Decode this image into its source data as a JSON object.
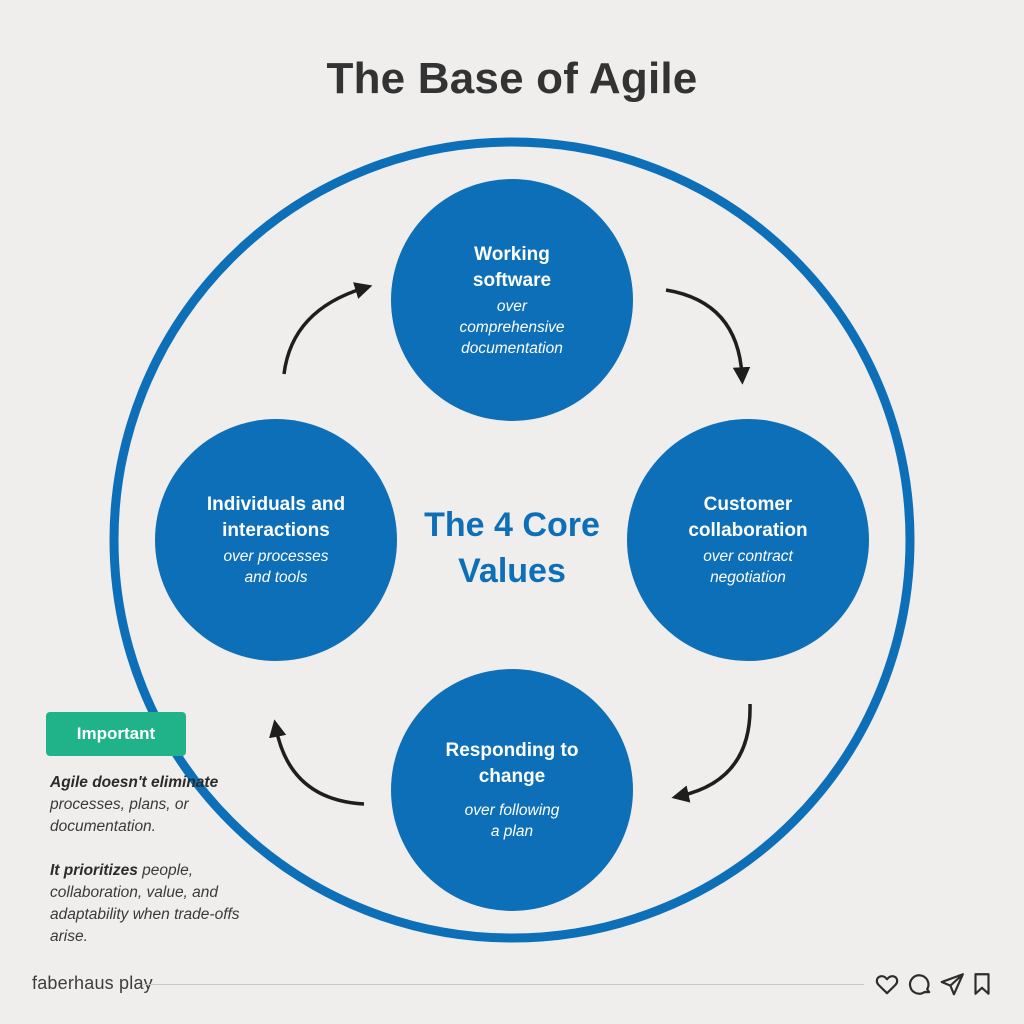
{
  "title": "The Base of Agile",
  "center": {
    "line1": "The 4 Core",
    "line2": "Values"
  },
  "values": [
    {
      "head1": "Working",
      "head2": "software",
      "sub1": "over",
      "sub2": "comprehensive",
      "sub3": "documentation"
    },
    {
      "head1": "Customer",
      "head2": "collaboration",
      "sub1": "over contract",
      "sub2": "negotiation"
    },
    {
      "head1": "Responding to",
      "head2": "change",
      "sub1": "over following",
      "sub2": "a plan"
    },
    {
      "head1": "Individuals and",
      "head2": "interactions",
      "sub1": "over processes",
      "sub2": "and tools"
    }
  ],
  "important": {
    "badge": "Important",
    "note1_bold": "Agile doesn't eliminate",
    "note1_rest": "processes, plans, or documentation.",
    "note2_bold": "It prioritizes",
    "note2_rest": "people, collaboration, value, and adaptability when trade-offs arise."
  },
  "footer": {
    "brand": "faberhaus play",
    "icons": [
      "heart-icon",
      "comment-icon",
      "share-icon",
      "bookmark-icon"
    ]
  },
  "colors": {
    "primary_blue": "#0d6fb8",
    "badge_green": "#20b38a",
    "title_dark": "#333333",
    "background": "#efeeec"
  }
}
